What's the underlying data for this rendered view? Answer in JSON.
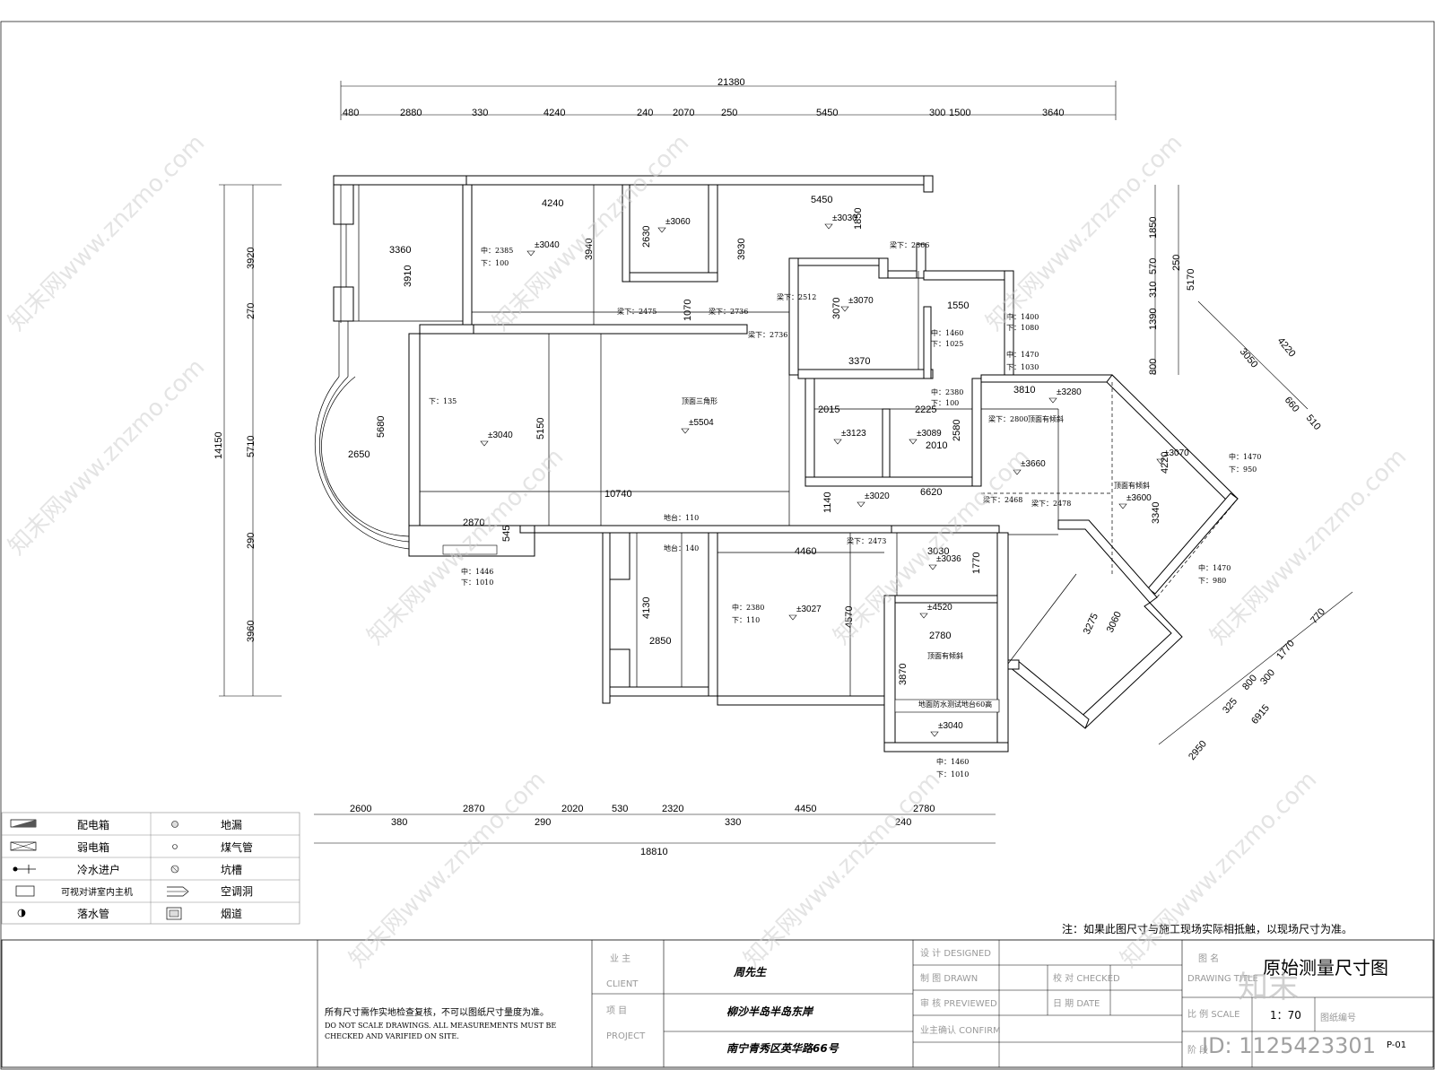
{
  "dims": {
    "overall_top": "21380",
    "top": [
      "480",
      "2880",
      "330",
      "4240",
      "240",
      "2070",
      "250",
      "5450",
      "300",
      "1500",
      "3640"
    ],
    "overall_bottom": "18810",
    "bottom_row1": [
      "2600",
      "2870",
      "2020",
      "530",
      "2320",
      "4450",
      "2780"
    ],
    "bottom_row2": [
      "380",
      "290",
      "330",
      "240"
    ],
    "left_overall": "14150",
    "left": [
      "3920",
      "270",
      "5710",
      "290",
      "3960"
    ],
    "right": [
      "1850",
      "570",
      "310",
      "250",
      "1390",
      "800"
    ],
    "right_overall": "5170",
    "diag_upper": [
      "3050",
      "4220",
      "660",
      "510"
    ],
    "diag_lower": [
      "2950",
      "325",
      "800",
      "300",
      "1770",
      "770",
      "6915"
    ]
  },
  "room_dims": [
    "3360",
    "3910",
    "4240",
    "3940",
    "2630",
    "3930",
    "1070",
    "5450",
    "1850",
    "3070",
    "3370",
    "1550",
    "2650",
    "5680",
    "5150",
    "10740",
    "2870",
    "545",
    "2015",
    "2225",
    "2580",
    "3810",
    "2010",
    "6620",
    "1140",
    "4220",
    "3340",
    "4460",
    "3030",
    "1770",
    "4130",
    "2850",
    "4570",
    "2780",
    "3870",
    "3275",
    "3060"
  ],
  "levels": [
    "±3040",
    "±3060",
    "±3030",
    "±3070",
    "±3040",
    "±5504",
    "±3123",
    "±3089",
    "±3280",
    "±3660",
    "±3020",
    "±3070",
    "±3600",
    "±3036",
    "±4520",
    "±3027",
    "±3040"
  ],
  "notes": [
    "中：2385",
    "下：100",
    "梁下：2475",
    "梁下：2736",
    "梁下：2736",
    "梁下：2512",
    "中：1460",
    "下：1025",
    "中：1400",
    "下：1080",
    "中：1470",
    "下：1030",
    "下：135",
    "中：2380",
    "下：100",
    "梁下：2800",
    "顶面有倾斜",
    "顶面三角形",
    "顶面有倾斜",
    "中：1470",
    "下：950",
    "梁下：2468",
    "梁下：2478",
    "地台：110",
    "地台：140",
    "梁下：2473",
    "中：1446",
    "下：1010",
    "中：2380",
    "下：110",
    "中：1470",
    "下：980",
    "顶面有倾斜",
    "地面防水测试地台60高",
    "中：1460",
    "下：1010",
    "梁下：2366"
  ],
  "legend": {
    "left": [
      "配电箱",
      "弱电箱",
      "冷水进户",
      "可视对讲室内主机",
      "落水管"
    ],
    "right": [
      "地漏",
      "煤气管",
      "坑槽",
      "空调洞",
      "烟道"
    ]
  },
  "footnote": "注：如果此图尺寸与施工现场实际相抵触，以现场尺寸为准。",
  "title_block": {
    "disclaimer_cn": "所有尺寸需作实地检查复核，不可以图纸尺寸量度为准。",
    "disclaimer_en1": "DO NOT SCALE DRAWINGS.  ALL MEASUREMENTS MUST BE",
    "disclaimer_en2": "CHECKED  AND VARIFIED ON SITE.",
    "client_cn": "业  主",
    "client_en": "CLIENT",
    "client": "周先生",
    "project_cn": "项      目",
    "project_en": "PROJECT",
    "project1": "柳沙半岛半岛东岸",
    "project2": "南宁青秀区英华路66号",
    "designed": "设 计 DESIGNED",
    "drawn": "制 图 DRAWN",
    "previewed": "审 核 PREVIEWED",
    "confirm": "业主确认 CONFIRM",
    "checked": "校 对 CHECKED",
    "date": "日 期 DATE",
    "drawing_name_cn": "图  名",
    "drawing_title_en": "DRAWING TITLE",
    "drawing_title": "原始测量尺寸图",
    "scale_label": "比  例 SCALE",
    "scale": "1：70",
    "drawing_no_label": "图纸编号",
    "stage_label": "阶  段",
    "drawing_no": "P-01"
  },
  "watermark": {
    "site": "知末网www.znzmo.com",
    "logo": "知末",
    "id": "ID: 1125423301"
  }
}
